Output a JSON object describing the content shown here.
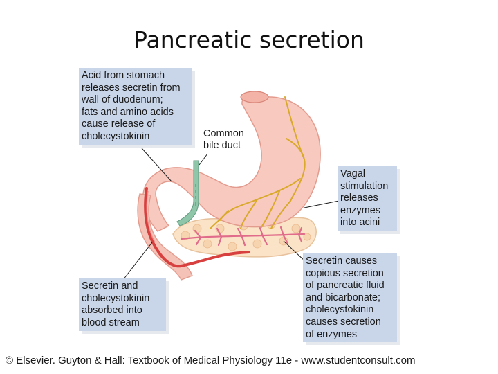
{
  "title": "Pancreatic secretion",
  "callouts": {
    "stomach_acid": [
      "Acid from stomach",
      "releases secretin from",
      "wall of duodenum;",
      "fats and amino acids",
      "cause release of",
      "cholecystokinin"
    ],
    "vagal": [
      "Vagal",
      "stimulation",
      "releases",
      "enzymes",
      "into acini"
    ],
    "secretin_effect": [
      "Secretin causes",
      "copious secretion",
      "of pancreatic fluid",
      "and bicarbonate;",
      "cholecystokinin",
      "causes secretion",
      "of enzymes"
    ],
    "absorbed": [
      "Secretin and",
      "cholecystokinin",
      "absorbed into",
      "blood stream"
    ]
  },
  "labels": {
    "bile_duct": [
      "Common",
      "bile duct"
    ]
  },
  "footer": "© Elsevier. Guyton & Hall: Textbook of Medical Physiology 11e - www.studentconsult.com",
  "colors": {
    "callout_bg": "#c9d6ea",
    "stomach": "#f7c9bf",
    "pancreas": "#fbe3c8",
    "nerve": "#d9a92a",
    "blood_vessel": "#d8403f",
    "bile_duct": "#8fc6a9"
  }
}
